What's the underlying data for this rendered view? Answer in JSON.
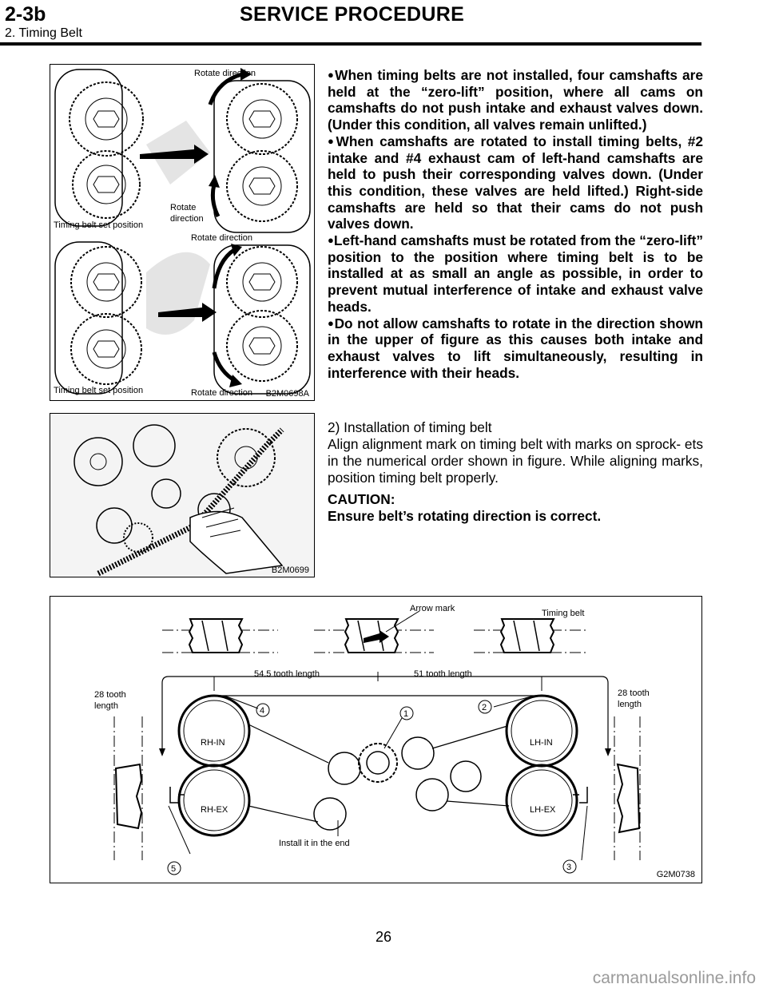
{
  "header": {
    "section_code": "2-3b",
    "title": "SERVICE PROCEDURE",
    "subtitle": "2. Timing Belt"
  },
  "figure1": {
    "code": "B2M0698A",
    "labels": {
      "rotate_direction_top": "Rotate direction",
      "rotate": "Rotate",
      "direction": "direction",
      "set_position_1": "Timing belt set position",
      "rotate_direction_mid": "Rotate direction",
      "set_position_2": "Timing belt set position",
      "rotate_direction_bottom": "Rotate direction"
    }
  },
  "bullets": [
    "When timing belts are not installed, four camshafts are held at the “zero-lift” position, where all cams on camshafts do not push intake and exhaust valves down. (Under this condition, all valves remain unlifted.)",
    "When camshafts are rotated to install timing belts, #2 intake and #4 exhaust cam of left-hand camshafts are held to push their corresponding valves down. (Under this condition, these valves are held lifted.) Right-side camshafts are held so that their cams do not push valves down.",
    "Left-hand camshafts must be rotated from the “zero-lift” position to the position where timing belt is to be installed at as small an angle as possible, in order to prevent mutual interference of intake and exhaust valve heads.",
    "Do not allow camshafts to rotate in the direction shown in the upper of figure as this causes both intake and exhaust valves to lift simultaneously, resulting in interference with their heads."
  ],
  "bullet_marker": "●",
  "figure2": {
    "code": "B2M0699"
  },
  "installation": {
    "heading": "2) Installation of timing belt",
    "body": "Align alignment mark on timing belt with marks on sprock- ets in the numerical order shown in figure. While aligning marks, position timing belt properly.",
    "caution_label": "CAUTION:",
    "caution_text": "Ensure belt’s rotating direction is correct."
  },
  "figure3": {
    "code": "G2M0738",
    "labels": {
      "arrow_mark": "Arrow mark",
      "timing_belt": "Timing belt",
      "tooth_54_5": "54.5 tooth length",
      "tooth_51": "51 tooth length",
      "left_28a": "28  tooth",
      "left_28b": "length",
      "right_28a": "28 tooth",
      "right_28b": "length",
      "rh_in": "RH-IN",
      "rh_ex": "RH-EX",
      "lh_in": "LH-IN",
      "lh_ex": "LH-EX",
      "install_end": "Install it in the end",
      "n1": "1",
      "n2": "2",
      "n3": "3",
      "n4": "4",
      "n5": "5"
    }
  },
  "page_number": "26",
  "watermark": "carmanualsonline.info"
}
